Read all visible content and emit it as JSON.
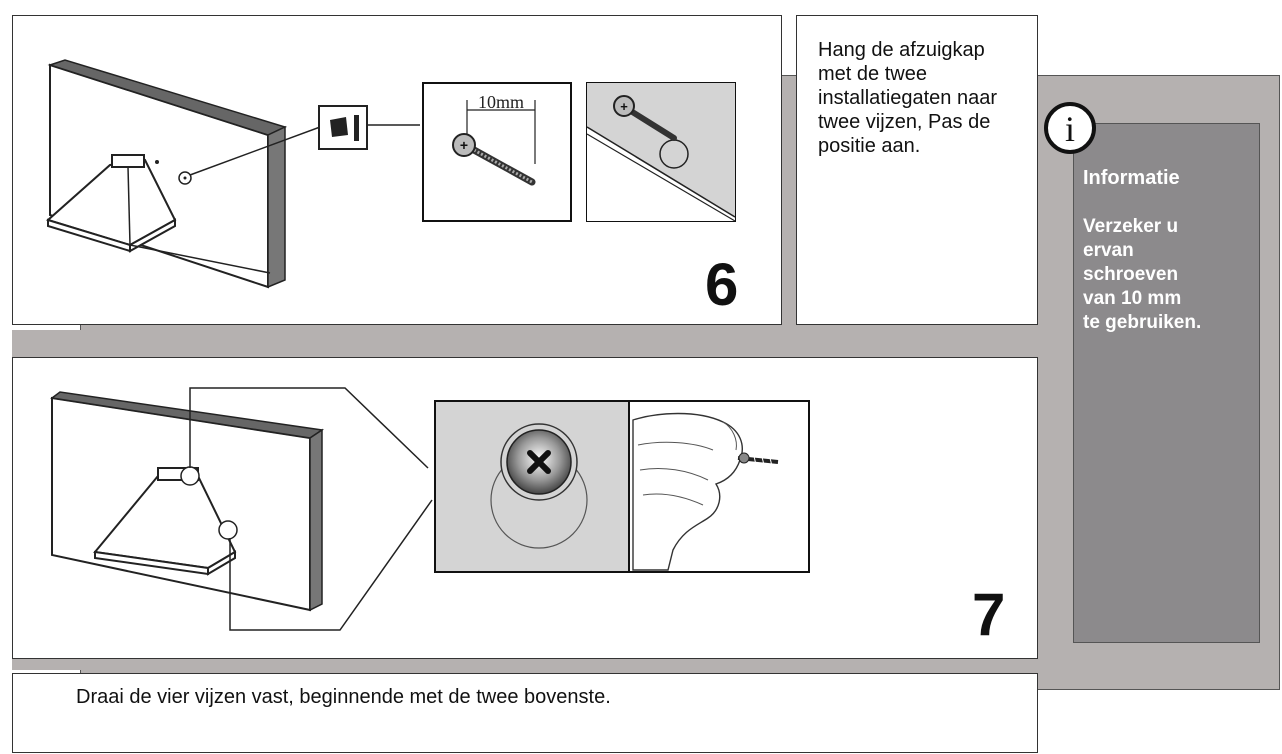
{
  "step6": {
    "number": "6",
    "instruction": "Hang de afzuigkap met de twee installatiegaten naar twee vijzen, Pas de positie aan.",
    "measure_label": "10mm"
  },
  "step7": {
    "number": "7"
  },
  "info": {
    "icon": "information-icon",
    "icon_glyph": "i",
    "title": "Informatie",
    "body": "Verzeker u\nervan\nschroeven\nvan 10 mm\nte gebruiken."
  },
  "footer": {
    "instruction": "Draai de vier vijzen vast, beginnende met de twee bovenste."
  },
  "colors": {
    "panel_gray": "#b5b1b0",
    "info_gray": "#8c8a8c"
  }
}
